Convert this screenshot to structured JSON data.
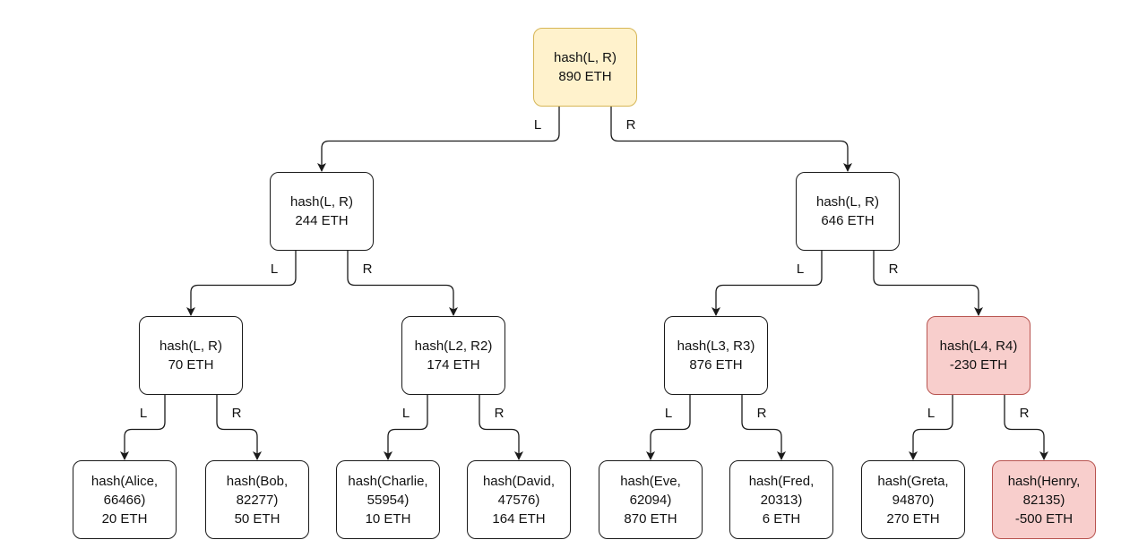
{
  "colors": {
    "root_fill": "#fff2cc",
    "root_stroke": "#d6b656",
    "alert_fill": "#f8cecc",
    "alert_stroke": "#b85450",
    "node_fill": "#ffffff",
    "node_stroke": "#1a1a1a"
  },
  "edge_labels": {
    "left": "L",
    "right": "R"
  },
  "nodes": {
    "root": {
      "lines": [
        "hash(L, R)",
        "890 ETH"
      ]
    },
    "l": {
      "lines": [
        "hash(L, R)",
        "244 ETH"
      ]
    },
    "r": {
      "lines": [
        "hash(L, R)",
        "646 ETH"
      ]
    },
    "ll": {
      "lines": [
        "hash(L, R)",
        "70 ETH"
      ]
    },
    "lr": {
      "lines": [
        "hash(L2, R2)",
        "174 ETH"
      ]
    },
    "rl": {
      "lines": [
        "hash(L3, R3)",
        "876 ETH"
      ]
    },
    "rr": {
      "lines": [
        "hash(L4, R4)",
        "-230 ETH"
      ]
    },
    "alice": {
      "lines": [
        "hash(Alice,",
        "66466)",
        "20 ETH"
      ]
    },
    "bob": {
      "lines": [
        "hash(Bob,",
        "82277)",
        "50 ETH"
      ]
    },
    "charlie": {
      "lines": [
        "hash(Charlie,",
        "55954)",
        "10 ETH"
      ]
    },
    "david": {
      "lines": [
        "hash(David,",
        "47576)",
        "164 ETH"
      ]
    },
    "eve": {
      "lines": [
        "hash(Eve,",
        "62094)",
        "870 ETH"
      ]
    },
    "fred": {
      "lines": [
        "hash(Fred,",
        "20313)",
        "6 ETH"
      ]
    },
    "greta": {
      "lines": [
        "hash(Greta,",
        "94870)",
        "270 ETH"
      ]
    },
    "henry": {
      "lines": [
        "hash(Henry,",
        "82135)",
        "-500 ETH"
      ]
    }
  }
}
